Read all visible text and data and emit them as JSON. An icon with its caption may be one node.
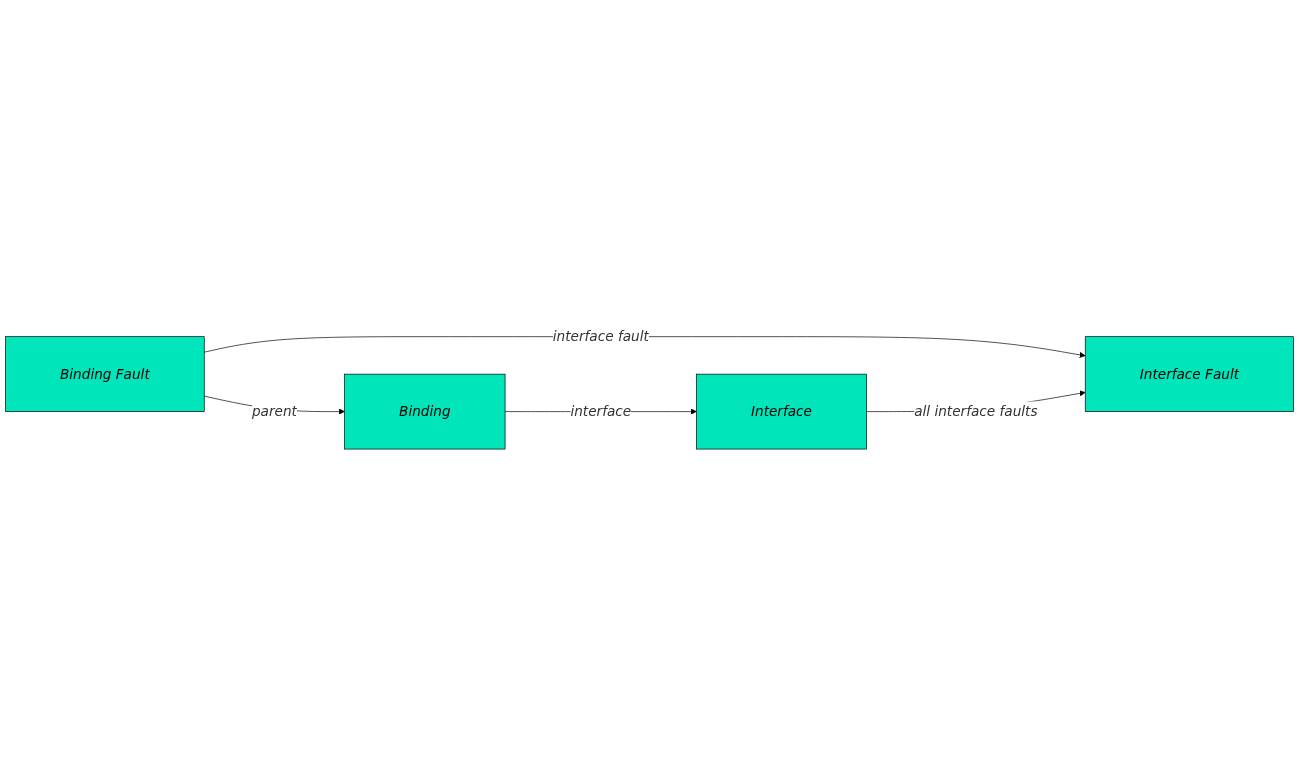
{
  "diagram": {
    "nodes": [
      {
        "text": [
          "Binding Fault"
        ]
      },
      {
        "text": [
          "Interface Fault"
        ]
      },
      {
        "text": [
          "Binding"
        ]
      },
      {
        "text": [
          "Interface"
        ]
      }
    ],
    "edges": [
      {
        "from": 0,
        "to": 1,
        "arrow": "to",
        "label": "interface fault"
      },
      {
        "from": 0,
        "to": 2,
        "arrow": "to",
        "label": "parent"
      },
      {
        "from": 2,
        "to": 3,
        "arrow": "to",
        "label": "interface"
      },
      {
        "from": 3,
        "to": 1,
        "arrow": "to",
        "label": "all interface faults"
      }
    ]
  }
}
